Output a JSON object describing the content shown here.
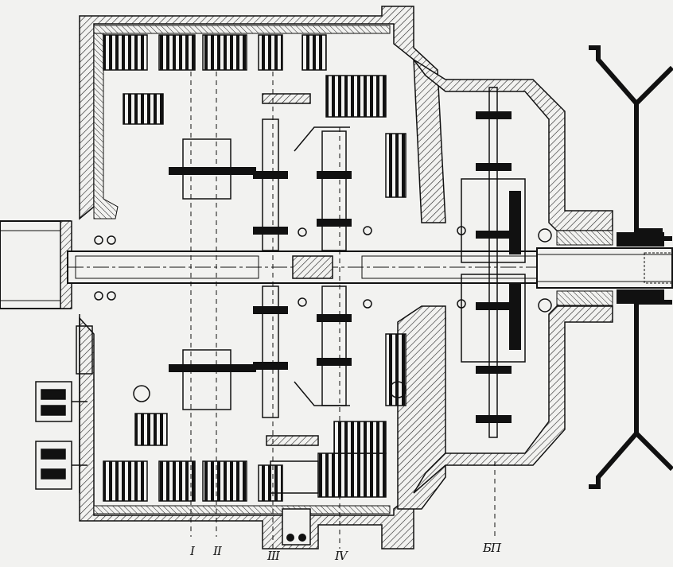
{
  "figure": {
    "labels": {
      "section_1": "I",
      "section_2": "II",
      "section_3": "III",
      "section_4": "IV",
      "transfer_case": "БП"
    }
  }
}
